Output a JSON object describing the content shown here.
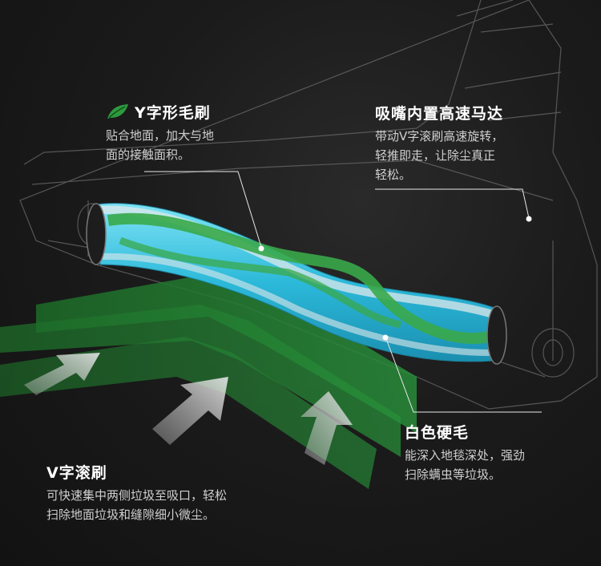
{
  "callouts": {
    "y_brush": {
      "title": "Y字形毛刷",
      "lines": [
        "贴合地面，加大与地",
        "面的接触面积。"
      ]
    },
    "motor": {
      "title": "吸嘴内置高速马达",
      "lines": [
        "带动V字滚刷高速旋转，",
        "轻推即走，让除尘真正",
        "轻松。"
      ]
    },
    "white_bristle": {
      "title": "白色硬毛",
      "lines": [
        "能深入地毯深处，强劲",
        "扫除螨虫等垃圾。"
      ]
    },
    "v_roller": {
      "title": "V字滚刷",
      "lines": [
        "可快速集中两侧垃圾至吸口，轻松",
        "扫除地面垃圾和缝隙细小微尘。"
      ]
    }
  },
  "colors": {
    "accent_green": "#2e9a3f",
    "bristle_cyan": "#39c6e3",
    "bristle_white": "#dfe8ea",
    "band_green": "#1f7a2c"
  },
  "icons": {
    "leaf": "green-leaf-icon"
  }
}
